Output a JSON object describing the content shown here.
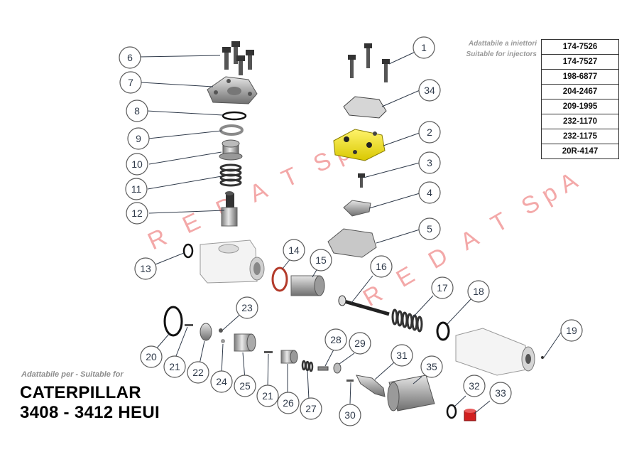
{
  "header_note": {
    "it": "Adattabile a iniettori",
    "en": "Suitable for injectors"
  },
  "injector_codes": [
    "174-7526",
    "174-7527",
    "198-6877",
    "204-2467",
    "209-1995",
    "232-1170",
    "232-1175",
    "20R-4147"
  ],
  "suitable_for_label": "Adattabile per - Suitable for",
  "brand": {
    "line1": "CATERPILLAR",
    "line2": "3408 - 3412 HEUI"
  },
  "watermark": [
    "R E D A T  SpA",
    "R E D A T  SpA"
  ],
  "callouts": [
    "1",
    "2",
    "3",
    "4",
    "5",
    "6",
    "7",
    "8",
    "9",
    "10",
    "11",
    "12",
    "13",
    "14",
    "15",
    "16",
    "17",
    "18",
    "19",
    "20",
    "21",
    "22",
    "23",
    "24",
    "25",
    "21",
    "26",
    "27",
    "28",
    "29",
    "30",
    "31",
    "32",
    "33",
    "34",
    "35"
  ],
  "colors": {
    "part_gray": "#c9c9c9",
    "part_dark": "#3a3a3a",
    "part_yellow": "#f2e400",
    "seal_red": "#b33a2a",
    "cap_red": "#d11f1f",
    "watermark": "#f08c8c"
  }
}
